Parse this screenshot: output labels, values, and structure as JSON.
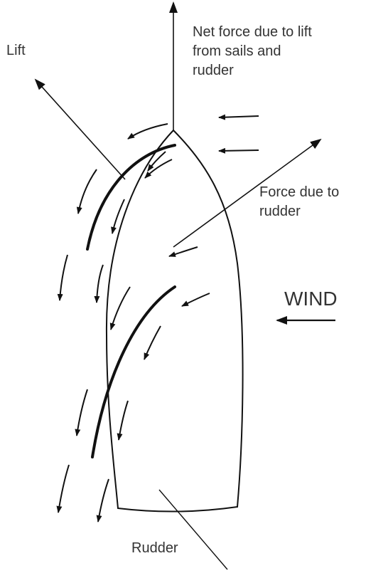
{
  "labels": {
    "lift": "Lift",
    "net_force": "Net force due to lift\nfrom sails and\nrudder",
    "rudder_force": "Force due to\nrudder",
    "wind": "WIND",
    "rudder": "Rudder"
  },
  "colors": {
    "ink": "#111111",
    "text": "#333333",
    "background": "#ffffff"
  }
}
